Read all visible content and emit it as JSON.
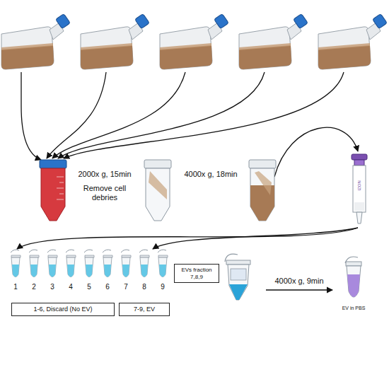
{
  "diagram": {
    "nodes": [
      {
        "text": [
          "1-6, Discard (No EV)"
        ]
      },
      {
        "text": [
          "7-9, EV"
        ]
      },
      {
        "text": [
          "EVs fraction",
          "7,8,9"
        ]
      }
    ],
    "labels": [
      "2000x g, 15min",
      "Remove cell debries",
      "4000x g, 18min",
      "IZON",
      "1",
      "2",
      "3",
      "4",
      "5",
      "6",
      "7",
      "8",
      "9",
      "4000x g, 9min",
      "EV in PBS"
    ]
  }
}
